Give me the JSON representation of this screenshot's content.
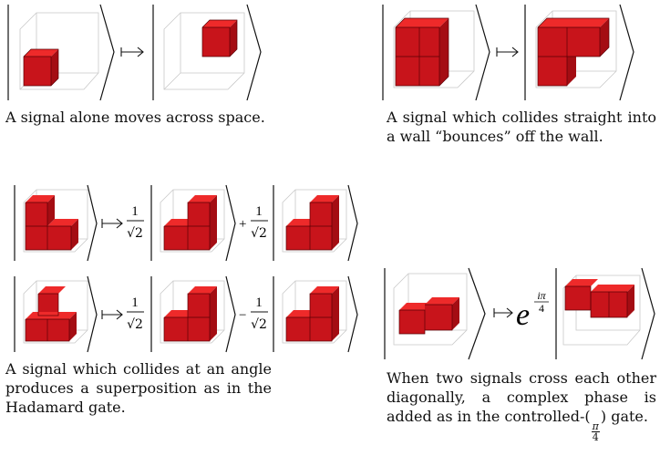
{
  "captions": {
    "c1": "A signal alone moves across space.",
    "c2": "A signal which collides straight into a wall “bounces” off the wall.",
    "c3": "A signal which collides at an angle produces a superposition as in the Hadamard gate.",
    "c4a": "When two signals cross each other diagonally, a complex phase is added as in the controlled-(",
    "c4b": ") gate."
  },
  "math": {
    "one": "1",
    "sqrt2": "√2",
    "plus": "+",
    "minus": "−",
    "e": "e",
    "iPi": "iπ",
    "four": "4",
    "pi": "π",
    "mapsto": "↦"
  },
  "colors": {
    "cube_top": "#ee2a2a",
    "cube_side": "#c8141b",
    "cube_dark": "#a40d13",
    "grid_box": "#c9c9c9"
  }
}
